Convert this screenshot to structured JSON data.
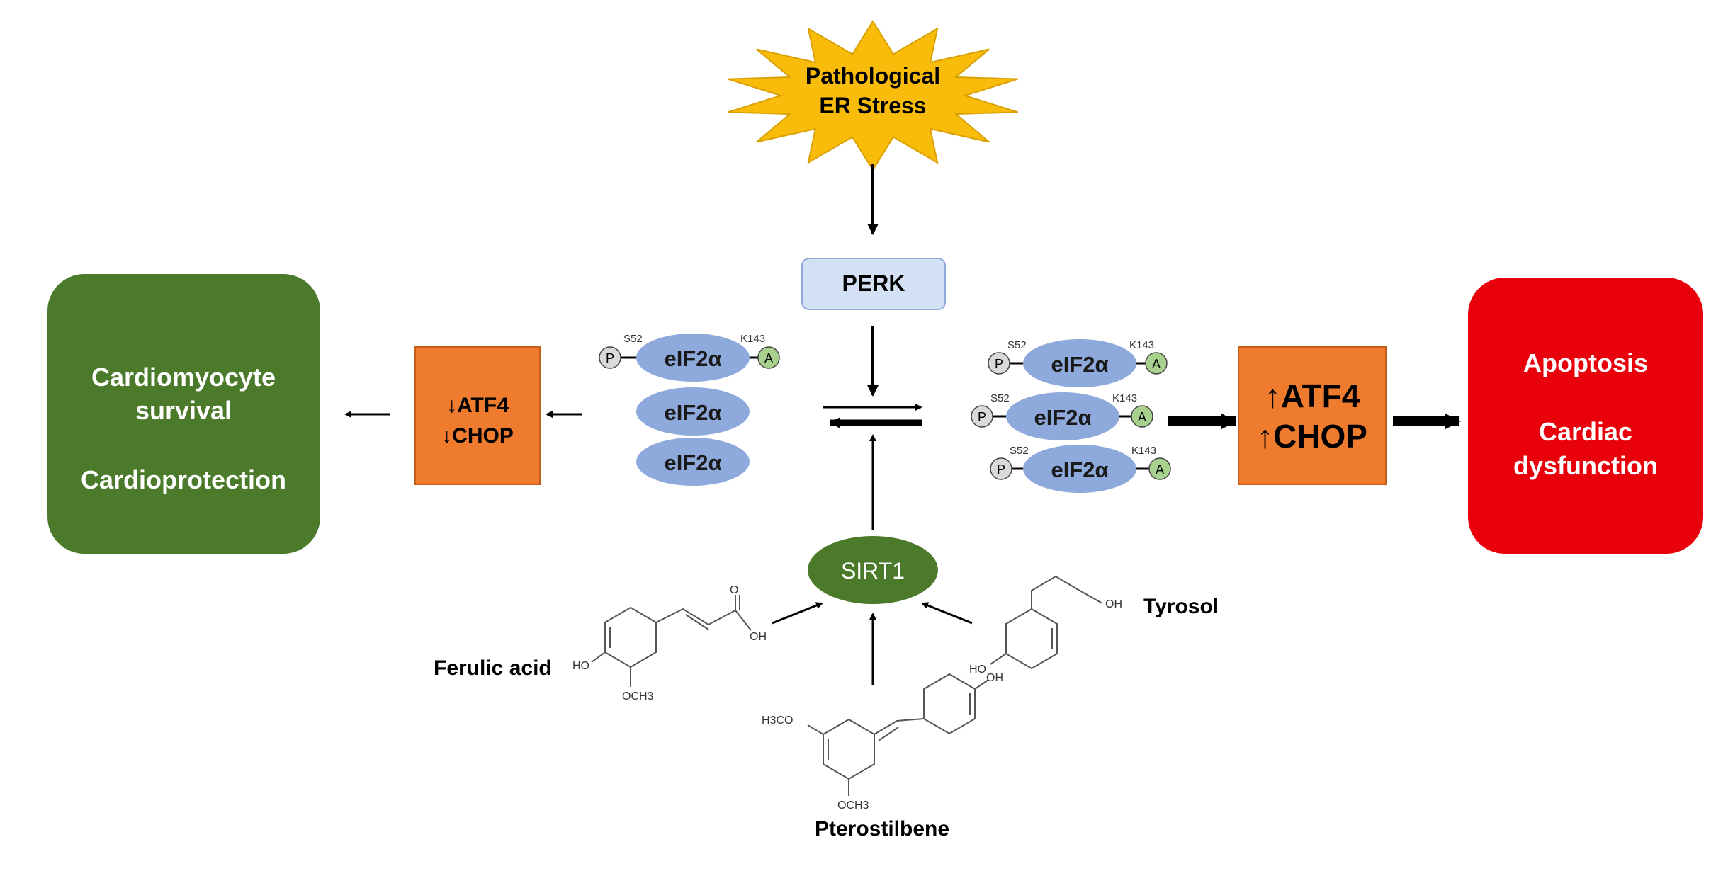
{
  "stress": {
    "line1": "Pathological",
    "line2": "ER Stress",
    "color": "#f9bc0b"
  },
  "perk": {
    "label": "PERK",
    "color": "#d4e1f5"
  },
  "left_box": {
    "line1": "Cardiomyocyte",
    "line2": "survival",
    "line3": "Cardioprotection",
    "color": "#4a7a2a"
  },
  "left_mid": {
    "line1": "↓ATF4",
    "line2": "↓CHOP",
    "color": "#ef7b2e"
  },
  "right_mid": {
    "line1": "↑ATF4",
    "line2": "↑CHOP",
    "color": "#ef7b2e"
  },
  "right_box": {
    "line1": "Apoptosis",
    "line2": "Cardiac",
    "line3": "dysfunction",
    "color": "#e8000b"
  },
  "eif": {
    "label": "eIF2α",
    "phospho": "P",
    "acetyl": "A",
    "s52": "S52",
    "k143": "K143",
    "color": "#8ea9db",
    "p_color": "#d9d9d9",
    "a_color": "#a9d18e"
  },
  "sirt1": {
    "label": "SIRT1",
    "color": "#4a7a2a"
  },
  "compounds": {
    "ferulic": {
      "name": "Ferulic acid",
      "oh": "OH",
      "ho": "HO",
      "och3": "OCH3",
      "o": "O"
    },
    "tyrosol": {
      "name": "Tyrosol",
      "oh": "OH",
      "ho": "HO"
    },
    "pterostilbene": {
      "name": "Pterostilbene",
      "oh": "OH",
      "h3co": "H3CO",
      "och3": "OCH3"
    }
  }
}
